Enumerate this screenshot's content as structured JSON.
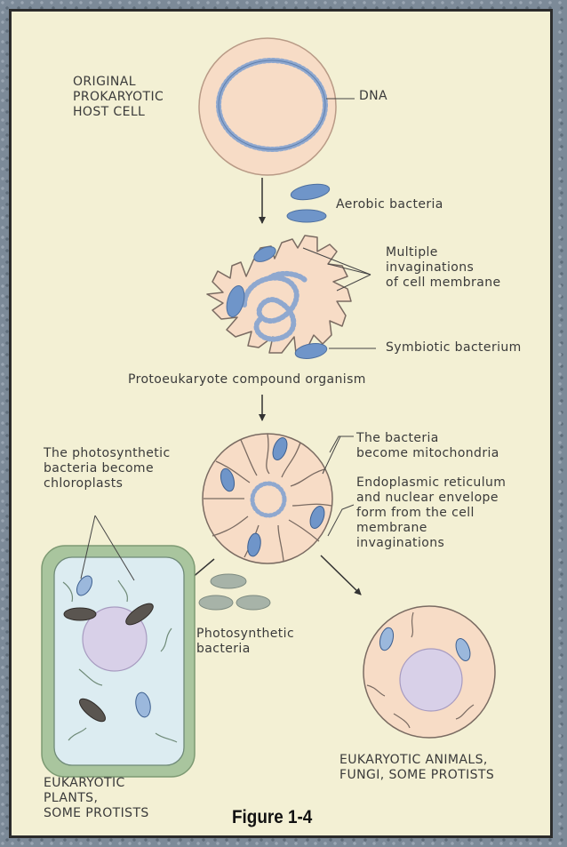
{
  "labels": {
    "original_host": "ORIGINAL\nPROKARYOTIC\nHOST CELL",
    "dna": "DNA",
    "aerobic": "Aerobic bacteria",
    "invaginations": "Multiple\ninvaginations\nof cell membrane",
    "symbiotic": "Symbiotic bacterium",
    "protoeukaryote": "Protoeukaryote compound organism",
    "photo_chloro": "The photosynthetic\nbacteria become\nchloroplasts",
    "mitochondria": "The bacteria\nbecome mitochondria",
    "er": "Endoplasmic reticulum\nand nuclear envelope\nform from the cell\nmembrane\ninvaginations",
    "photo_bacteria": "Photosynthetic\nbacteria",
    "plants": "EUKARYOTIC\nPLANTS,\nSOME PROTISTS",
    "animals": "EUKARYOTIC ANIMALS,\nFUNGI, SOME PROTISTS"
  },
  "caption": "Figure 1-4",
  "colors": {
    "background": "#f3f0d4",
    "cell_fill": "#f7dcc6",
    "bacterium_blue": "#6f95c9",
    "photosynthetic_bacteria": "#a7b3a8",
    "plant_wall": "#a9c59e",
    "plant_cytoplasm": "#dcecf1",
    "nucleus": "#d8d0e8",
    "dark_organelle": "#5a5550"
  }
}
